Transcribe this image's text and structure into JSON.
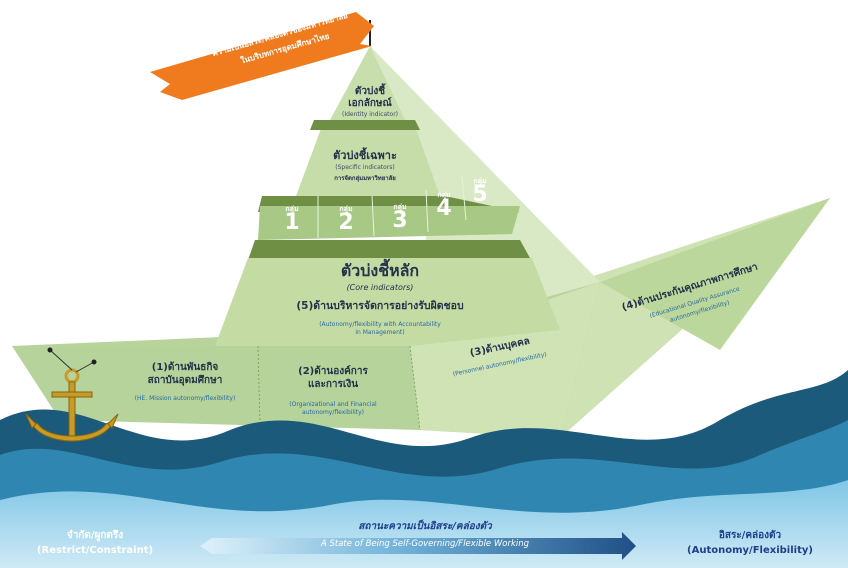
{
  "flag": {
    "line1": "ความเป็นอิสระ/คล่องตัวของมหาวิทยาลัย",
    "line2": "ในบริบทการอุดมศึกษาไทย"
  },
  "tier_identity": {
    "title_line1": "ตัวบ่งชี้",
    "title_line2": "เอกลักษณ์",
    "subtitle": "(Identity indicator)"
  },
  "tier_specific": {
    "title": "ตัวบ่งชี้เฉพาะ",
    "subtitle": "(Specific indicators)",
    "caption": "การจัดกลุ่มมหาวิทยาลัย",
    "group_word": "กลุ่ม",
    "groups": [
      "1",
      "2",
      "3",
      "4",
      "5"
    ]
  },
  "tier_core": {
    "title": "ตัวบ่งชี้หลัก",
    "subtitle": "(Core indicators)"
  },
  "dimension_5": {
    "title": "(5)ด้านบริหารจัดการอย่างรับผิดชอบ",
    "en_line1": "(Autonomy/flexibility with Accountability",
    "en_line2": "in Management)"
  },
  "dimension_1": {
    "title_line1": "(1)ด้านพันธกิจ",
    "title_line2": "สถาบันอุดมศึกษา",
    "en": "(HE. Mission autonomy/flexibility)"
  },
  "dimension_2": {
    "title_line1": "(2)ด้านองค์การ",
    "title_line2": "และการเงิน",
    "en_line1": "(Organizational and Financial",
    "en_line2": "autonomy/flexibility)"
  },
  "dimension_3": {
    "title": "(3)ด้านบุคคล",
    "en": "(Personnel autonomy/flexibility)"
  },
  "dimension_4": {
    "title": "(4)ด้านประกันคุณภาพการศึกษา",
    "en_line1": "(Educational Quality Assurance",
    "en_line2": "autonomy/flexibility)"
  },
  "scale": {
    "center_th": "สถานะความเป็นอิสระ/คล่องตัว",
    "center_en": "A State of Being Self-Governing/Flexible Working",
    "left_th": "จำกัด/ผูกตรึง",
    "left_en": "(Restrict/Constraint)",
    "right_th": "อิสระ/คล่องตัว",
    "right_en": "(Autonomy/Flexibility)"
  },
  "colors": {
    "flag": "#f07a1e",
    "sail_light": "#c4dca4",
    "sail_mid": "#a9c983",
    "sail_dark": "#6f8f45",
    "hull": "#b5d39a",
    "wave_dark": "#1b5a7a",
    "wave_mid": "#2f86b0",
    "wave_light": "#8fd0ea",
    "arrow": "#2a6aa0"
  }
}
